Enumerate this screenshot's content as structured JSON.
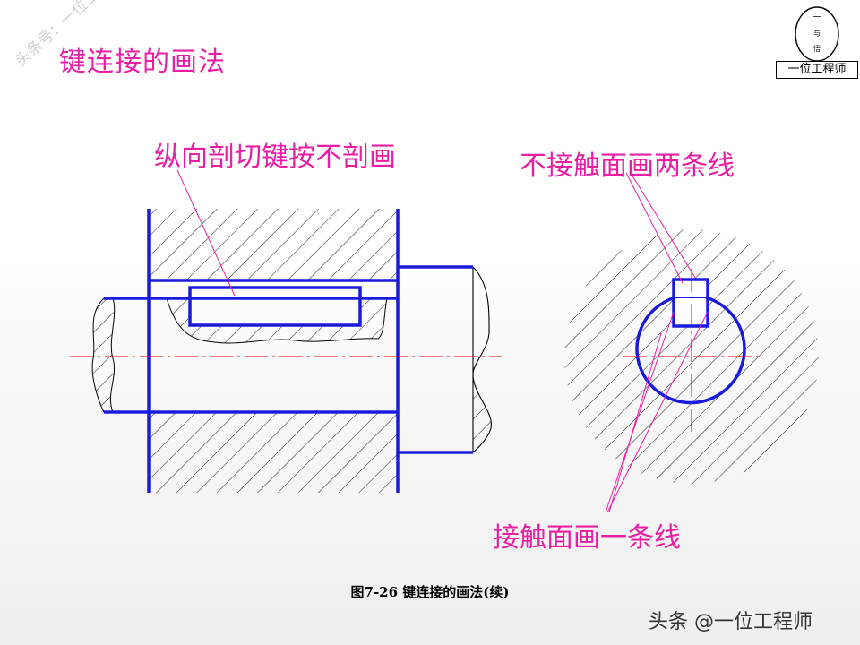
{
  "title": "键连接的画法",
  "labels": {
    "longitudinal": "纵向剖切键按不剖画",
    "no_contact": "不接触面画两条线",
    "contact": "接触面画一条线"
  },
  "caption": "图7-26   键连接的画法(续)",
  "watermark": "头条 @一位工程师",
  "diagonal_watermark": "头条号：一位工程师",
  "logo": {
    "text": "一位工程师",
    "glyph_top": "一",
    "glyph_mid": "与",
    "glyph_bottom": "悟"
  },
  "colors": {
    "outline": "#1a1adc",
    "label": "#ea1ea4",
    "centerline": "#e00000",
    "hatch": "#000000"
  }
}
